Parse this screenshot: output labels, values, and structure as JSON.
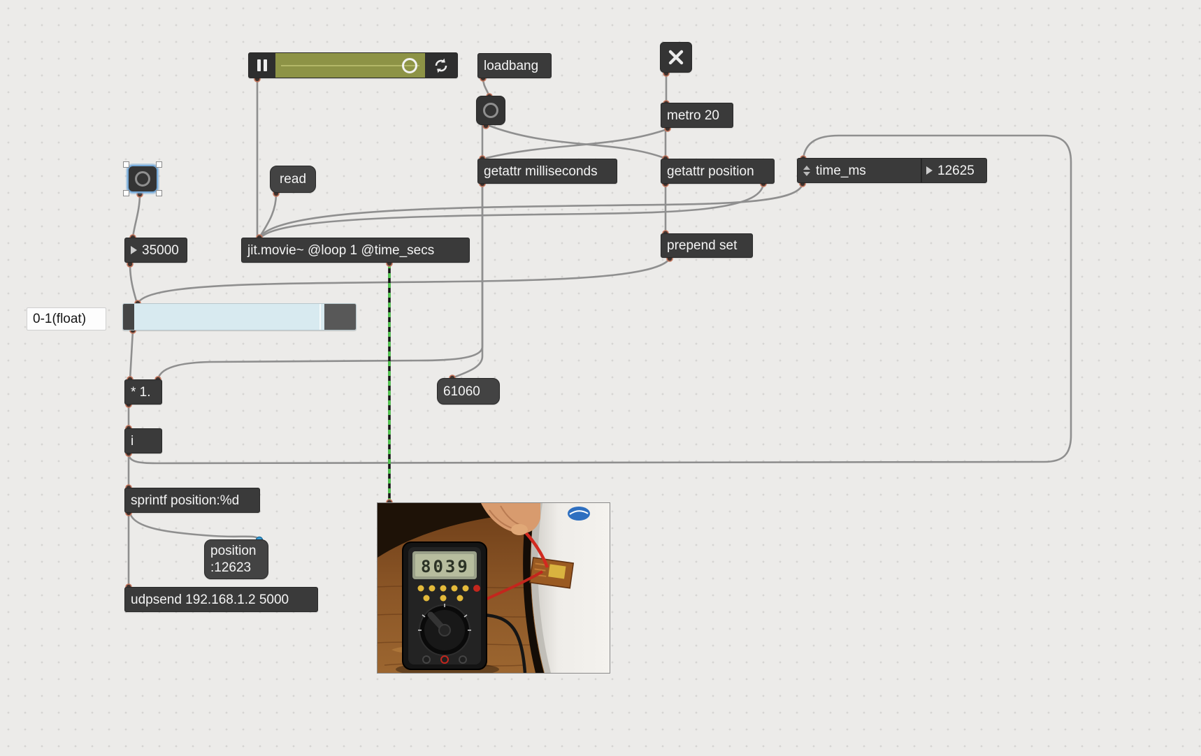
{
  "app": {
    "name": "Max patcher canvas"
  },
  "colors": {
    "canvas_bg": "#ecebe9",
    "box_bg": "#3a3a3a",
    "cable_gray": "#8f8f8f",
    "matrix_green": "#51c84e",
    "transport_olive": "#8d9346",
    "slider_blue": "#d8eaf0",
    "selection_blue": "#74a8d8"
  },
  "icons": {
    "pause": "pause-icon",
    "loop": "loop-icon",
    "toggle_x": "✕",
    "bang": "bang-circle-icon",
    "number_triangle": "▶",
    "increment_decrement": "▲▼"
  },
  "objects": {
    "loadbang": {
      "label": "loadbang"
    },
    "metro": {
      "label": "metro 20"
    },
    "read_message": {
      "label": "read"
    },
    "getattr_milliseconds": {
      "label": "getattr milliseconds"
    },
    "getattr_position": {
      "label": "getattr position"
    },
    "attrui": {
      "attr_name": "time_ms",
      "value": "12625"
    },
    "number_duration": {
      "value": "35000"
    },
    "jit_movie": {
      "label": "jit.movie~ @loop 1 @time_secs"
    },
    "prepend_set": {
      "label": "prepend set"
    },
    "comment": {
      "text": "0-1(float)"
    },
    "multiply": {
      "label": "* 1."
    },
    "message_milliseconds": {
      "text": "61060"
    },
    "int_object": {
      "label": "i"
    },
    "sprintf": {
      "label": "sprintf position:%d"
    },
    "message_position": {
      "line1": "position",
      "line2": ":12623"
    },
    "udpsend": {
      "label": "udpsend 192.168.1.2 5000"
    }
  }
}
